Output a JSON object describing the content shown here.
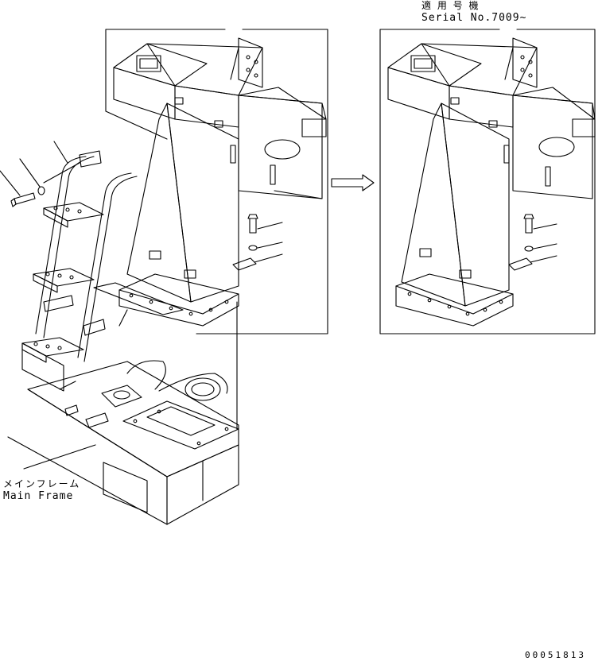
{
  "applicable": {
    "japanese": "適 用 号 機",
    "serial": "Serial No.7009~"
  },
  "main_frame": {
    "japanese": "メインフレーム",
    "english": "Main Frame"
  },
  "drawing_number": "00051813",
  "colors": {
    "line": "#000000",
    "background": "#ffffff"
  }
}
